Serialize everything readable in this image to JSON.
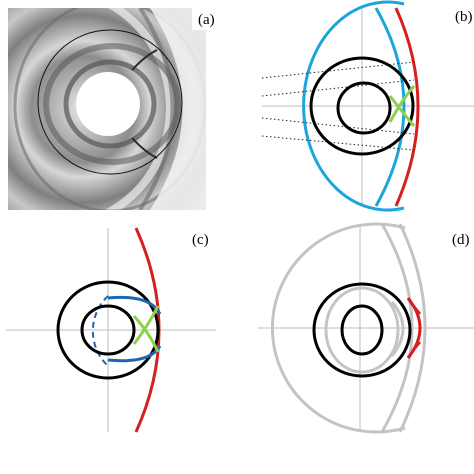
{
  "panels": [
    {
      "id": "a",
      "label": "(a)"
    },
    {
      "id": "b",
      "label": "(b)"
    },
    {
      "id": "c",
      "label": "(c)"
    },
    {
      "id": "d",
      "label": "(d)"
    }
  ],
  "colors": {
    "black": "#000000",
    "blue": "#1aa6dc",
    "dark_blue": "#1f66b0",
    "red": "#d42020",
    "green": "#8ed04b",
    "gray": "#c4c4c4",
    "axis": "#bdbdbd"
  }
}
